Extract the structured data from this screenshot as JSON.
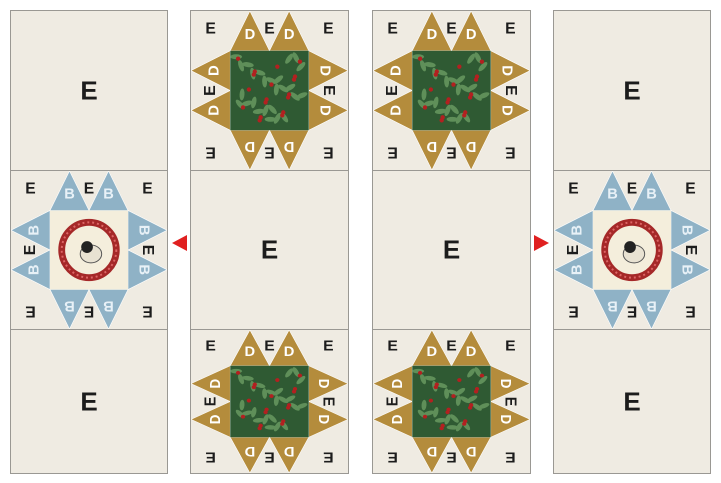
{
  "labels": {
    "background": "E",
    "star_point_gold": "D",
    "star_point_blue": "B"
  },
  "colors": {
    "background_fabric": "#efebe2",
    "gold_point": "#b48c3c",
    "blue_point": "#8fb2c6",
    "holly_center": "#2f5a33",
    "berry": "#b32020",
    "arrow": "#e02020",
    "seam": "#9a9893"
  },
  "icons": {
    "left_arrow": "red-triangle-left-icon",
    "right_arrow": "red-triangle-right-icon"
  },
  "layout_description": {
    "columns": [
      [
        "E",
        "B-star-wreath",
        "E"
      ],
      [
        "D-star-holly",
        "E",
        "D-star-holly"
      ],
      [
        "D-star-holly",
        "E",
        "D-star-holly"
      ],
      [
        "E",
        "B-star-wreath",
        "E"
      ]
    ]
  }
}
